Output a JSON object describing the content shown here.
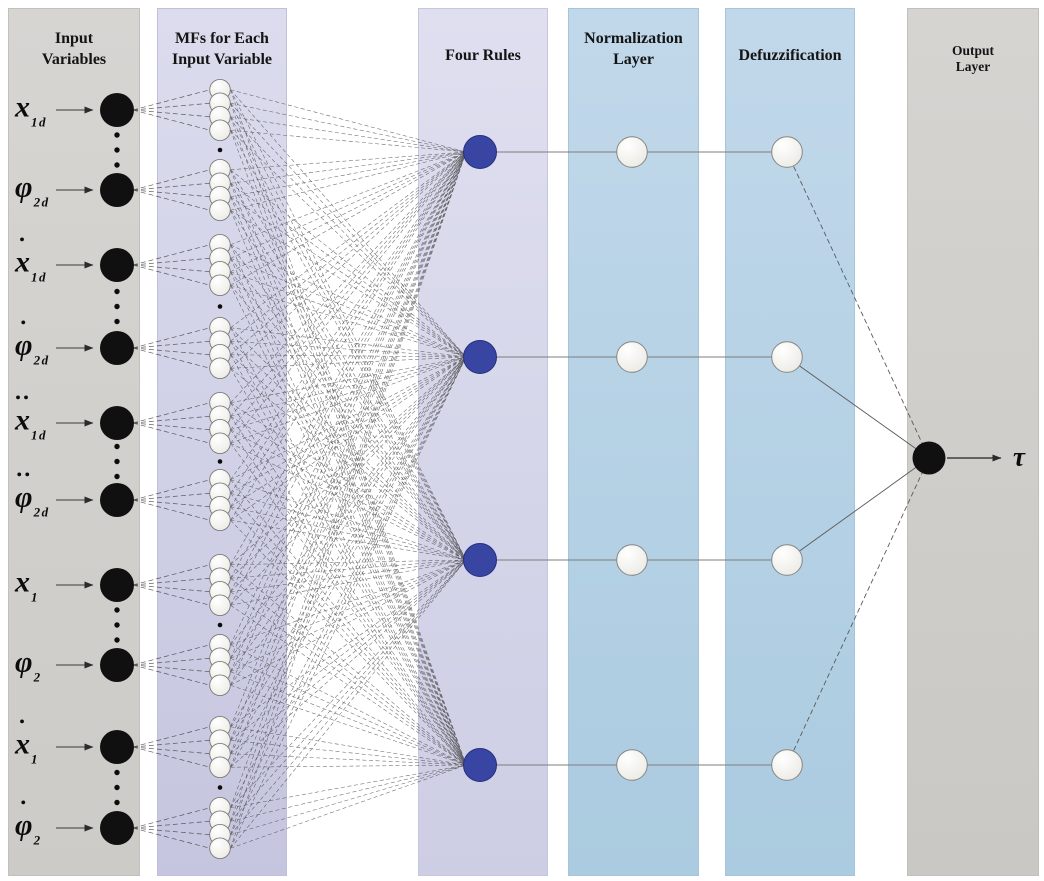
{
  "columns": {
    "inputs": {
      "title": "Input\nVariables"
    },
    "mfs": {
      "title": "MFs for Each\nInput Variable"
    },
    "rules": {
      "title": "Four Rules"
    },
    "normalization": {
      "title": "Normalization\nLayer"
    },
    "defuzzification": {
      "title": "Defuzzification"
    },
    "output": {
      "title": "Output\nLayer"
    }
  },
  "input_variables": [
    {
      "base": "x",
      "dots": 0,
      "sub": "1d"
    },
    {
      "base": "φ",
      "dots": 0,
      "sub": "2d"
    },
    {
      "base": "x",
      "dots": 1,
      "sub": "1d"
    },
    {
      "base": "φ",
      "dots": 1,
      "sub": "2d"
    },
    {
      "base": "x",
      "dots": 2,
      "sub": "1d"
    },
    {
      "base": "φ",
      "dots": 2,
      "sub": "2d"
    },
    {
      "base": "x",
      "dots": 0,
      "sub": "1"
    },
    {
      "base": "φ",
      "dots": 0,
      "sub": "2"
    },
    {
      "base": "x",
      "dots": 1,
      "sub": "1"
    },
    {
      "base": "φ",
      "dots": 1,
      "sub": "2"
    }
  ],
  "network": {
    "input_count": 10,
    "mfs_per_input": 4,
    "rule_count": 4,
    "normalization_count": 4,
    "defuzzification_count": 4,
    "output_count": 1
  },
  "output_label": "τ",
  "colors": {
    "input_column_bg": "#d2d0cd",
    "mf_column_bg": "#cdcde3",
    "rules_column_bg": "#d5d5e9",
    "normalization_column_bg": "#b5d0e4",
    "defuzzification_column_bg": "#b5d0e4",
    "output_column_bg": "#d2d0cd",
    "rule_node_fill": "#3845a3",
    "rule_node_stroke": "#27307c",
    "input_node_fill": "#101010",
    "output_node_fill": "#101010",
    "white_node_fill": "#f8f7f3",
    "link_line": "#454545"
  }
}
